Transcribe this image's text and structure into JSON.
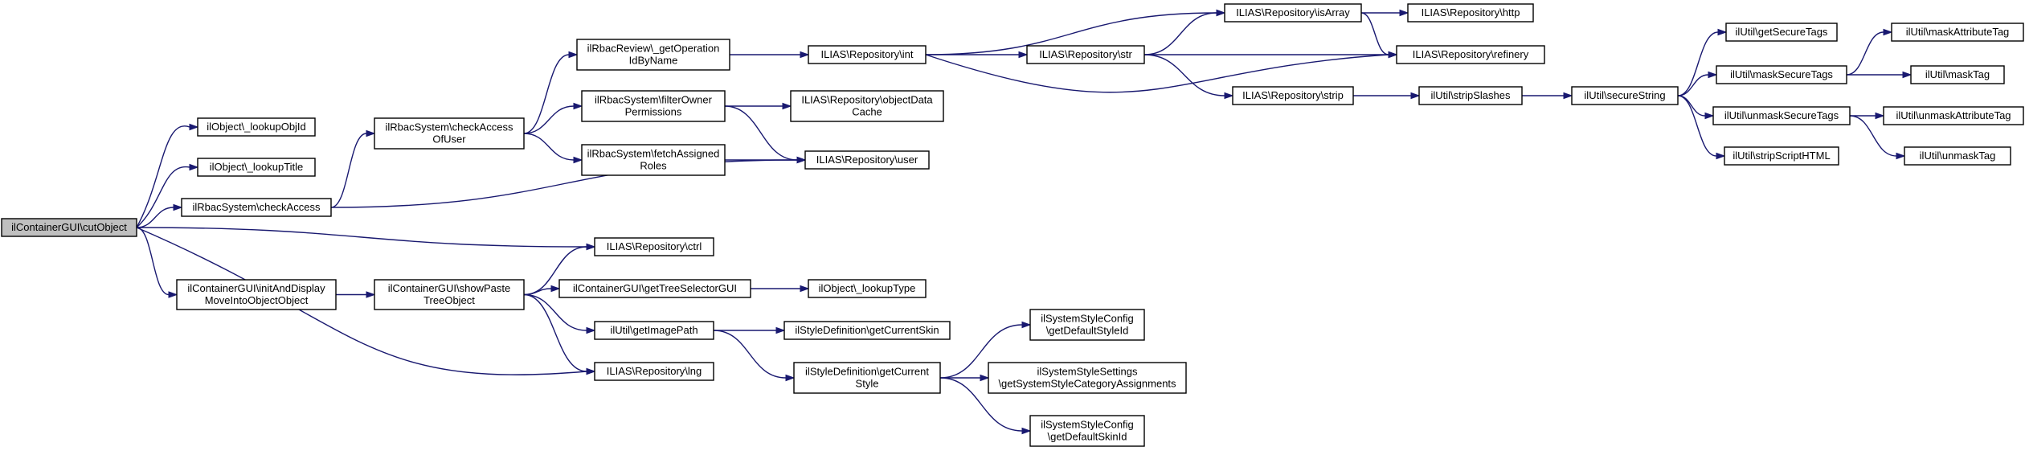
{
  "colors": {
    "edge": "#191970",
    "node_fill": "#ffffff",
    "root_fill": "#bfbfbf",
    "node_border": "#000000",
    "highlight_border": "#ff0000"
  },
  "nodes": [
    {
      "id": "root",
      "lines": [
        "ilContainerGUI\\cutObject"
      ],
      "root": true
    },
    {
      "id": "lookupObjId",
      "lines": [
        "ilObject\\_lookupObjId"
      ]
    },
    {
      "id": "lookupTitle",
      "lines": [
        "ilObject\\_lookupTitle"
      ]
    },
    {
      "id": "checkAccess",
      "lines": [
        "ilRbacSystem\\checkAccess"
      ]
    },
    {
      "id": "initAndDisplay",
      "lines": [
        "ilContainerGUI\\initAndDisplay",
        "MoveIntoObjectObject"
      ]
    },
    {
      "id": "checkAccessOfUser",
      "lines": [
        "ilRbacSystem\\checkAccess",
        "OfUser"
      ]
    },
    {
      "id": "getOperationIdByName",
      "lines": [
        "ilRbacReview\\_getOperation",
        "IdByName"
      ]
    },
    {
      "id": "filterOwnerPermissions",
      "lines": [
        "ilRbacSystem\\filterOwner",
        "Permissions"
      ]
    },
    {
      "id": "fetchAssignedRoles",
      "lines": [
        "ilRbacSystem\\fetchAssigned",
        "Roles"
      ]
    },
    {
      "id": "showPasteTreeObject",
      "lines": [
        "ilContainerGUI\\showPaste",
        "TreeObject"
      ]
    },
    {
      "id": "repoCtrl",
      "lines": [
        "ILIAS\\Repository\\ctrl"
      ]
    },
    {
      "id": "repoLng",
      "lines": [
        "ILIAS\\Repository\\lng"
      ]
    },
    {
      "id": "repoInt",
      "lines": [
        "ILIAS\\Repository\\int"
      ]
    },
    {
      "id": "repoObjectDataCache",
      "lines": [
        "ILIAS\\Repository\\objectData",
        "Cache"
      ]
    },
    {
      "id": "repoUser",
      "lines": [
        "ILIAS\\Repository\\user"
      ]
    },
    {
      "id": "getTreeSelectorGUI",
      "lines": [
        "ilContainerGUI\\getTreeSelectorGUI"
      ]
    },
    {
      "id": "getImagePath",
      "lines": [
        "ilUtil\\getImagePath"
      ]
    },
    {
      "id": "repoStr",
      "lines": [
        "ILIAS\\Repository\\str"
      ]
    },
    {
      "id": "repoIsArray",
      "lines": [
        "ILIAS\\Repository\\isArray"
      ]
    },
    {
      "id": "repoStrip",
      "lines": [
        "ILIAS\\Repository\\strip"
      ]
    },
    {
      "id": "lookupType",
      "lines": [
        "ilObject\\_lookupType"
      ]
    },
    {
      "id": "getCurrentSkin",
      "lines": [
        "ilStyleDefinition\\getCurrentSkin"
      ]
    },
    {
      "id": "getCurrentStyle",
      "lines": [
        "ilStyleDefinition\\getCurrent",
        "Style"
      ]
    },
    {
      "id": "getDefaultStyleId",
      "lines": [
        "ilSystemStyleConfig",
        "\\getDefaultStyleId"
      ]
    },
    {
      "id": "getSystemStyleCategoryAssignments",
      "lines": [
        "ilSystemStyleSettings",
        "\\getSystemStyleCategoryAssignments"
      ]
    },
    {
      "id": "getDefaultSkinId",
      "lines": [
        "ilSystemStyleConfig",
        "\\getDefaultSkinId"
      ]
    },
    {
      "id": "repoHttp",
      "lines": [
        "ILIAS\\Repository\\http"
      ]
    },
    {
      "id": "repoRefinery",
      "lines": [
        "ILIAS\\Repository\\refinery"
      ]
    },
    {
      "id": "stripSlashes",
      "lines": [
        "ilUtil\\stripSlashes"
      ]
    },
    {
      "id": "secureString",
      "lines": [
        "ilUtil\\secureString"
      ]
    },
    {
      "id": "getSecureTags",
      "lines": [
        "ilUtil\\getSecureTags"
      ]
    },
    {
      "id": "maskSecureTags",
      "lines": [
        "ilUtil\\maskSecureTags"
      ]
    },
    {
      "id": "unmaskSecureTags",
      "lines": [
        "ilUtil\\unmaskSecureTags"
      ]
    },
    {
      "id": "stripScriptHTML",
      "lines": [
        "ilUtil\\stripScriptHTML"
      ]
    },
    {
      "id": "maskAttributeTag",
      "lines": [
        "ilUtil\\maskAttributeTag"
      ]
    },
    {
      "id": "maskTag",
      "lines": [
        "ilUtil\\maskTag"
      ]
    },
    {
      "id": "unmaskAttributeTag",
      "lines": [
        "ilUtil\\unmaskAttributeTag"
      ],
      "highlight": true
    },
    {
      "id": "unmaskTag",
      "lines": [
        "ilUtil\\unmaskTag"
      ]
    }
  ],
  "edges": [
    [
      "root",
      "lookupObjId"
    ],
    [
      "root",
      "lookupTitle"
    ],
    [
      "root",
      "checkAccess"
    ],
    [
      "root",
      "repoCtrl"
    ],
    [
      "root",
      "initAndDisplay"
    ],
    [
      "root",
      "repoLng"
    ],
    [
      "checkAccess",
      "checkAccessOfUser"
    ],
    [
      "checkAccess",
      "repoUser"
    ],
    [
      "checkAccessOfUser",
      "getOperationIdByName"
    ],
    [
      "checkAccessOfUser",
      "filterOwnerPermissions"
    ],
    [
      "checkAccessOfUser",
      "fetchAssignedRoles"
    ],
    [
      "getOperationIdByName",
      "repoInt"
    ],
    [
      "filterOwnerPermissions",
      "repoObjectDataCache"
    ],
    [
      "filterOwnerPermissions",
      "repoUser"
    ],
    [
      "fetchAssignedRoles",
      "repoUser"
    ],
    [
      "repoInt",
      "repoIsArray"
    ],
    [
      "repoInt",
      "repoStr"
    ],
    [
      "repoInt",
      "repoRefinery"
    ],
    [
      "repoStr",
      "repoIsArray"
    ],
    [
      "repoStr",
      "repoRefinery"
    ],
    [
      "repoStr",
      "repoStrip"
    ],
    [
      "repoIsArray",
      "repoHttp"
    ],
    [
      "repoIsArray",
      "repoRefinery"
    ],
    [
      "repoStrip",
      "stripSlashes"
    ],
    [
      "stripSlashes",
      "secureString"
    ],
    [
      "secureString",
      "getSecureTags"
    ],
    [
      "secureString",
      "maskSecureTags"
    ],
    [
      "secureString",
      "unmaskSecureTags"
    ],
    [
      "secureString",
      "stripScriptHTML"
    ],
    [
      "maskSecureTags",
      "maskAttributeTag"
    ],
    [
      "maskSecureTags",
      "maskTag"
    ],
    [
      "unmaskSecureTags",
      "unmaskAttributeTag"
    ],
    [
      "unmaskSecureTags",
      "unmaskTag"
    ],
    [
      "initAndDisplay",
      "showPasteTreeObject"
    ],
    [
      "showPasteTreeObject",
      "repoCtrl"
    ],
    [
      "showPasteTreeObject",
      "getTreeSelectorGUI"
    ],
    [
      "showPasteTreeObject",
      "getImagePath"
    ],
    [
      "showPasteTreeObject",
      "repoLng"
    ],
    [
      "getTreeSelectorGUI",
      "lookupType"
    ],
    [
      "getImagePath",
      "getCurrentSkin"
    ],
    [
      "getImagePath",
      "getCurrentStyle"
    ],
    [
      "getCurrentStyle",
      "getDefaultStyleId"
    ],
    [
      "getCurrentStyle",
      "getSystemStyleCategoryAssignments"
    ],
    [
      "getCurrentStyle",
      "getDefaultSkinId"
    ]
  ]
}
